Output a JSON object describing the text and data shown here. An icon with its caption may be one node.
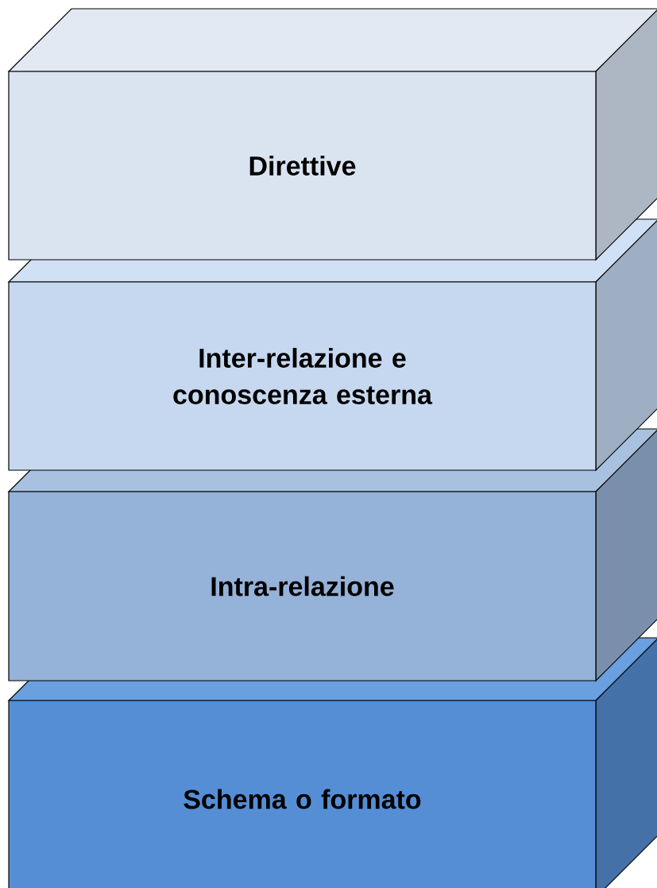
{
  "diagram": {
    "nodes": [
      {
        "text": [
          "Direttive"
        ]
      },
      {
        "text": [
          "Inter-relazione e conoscenza esterna"
        ]
      },
      {
        "text": [
          "Intra-relazione"
        ]
      },
      {
        "text": [
          "Schema o formato"
        ]
      }
    ]
  }
}
